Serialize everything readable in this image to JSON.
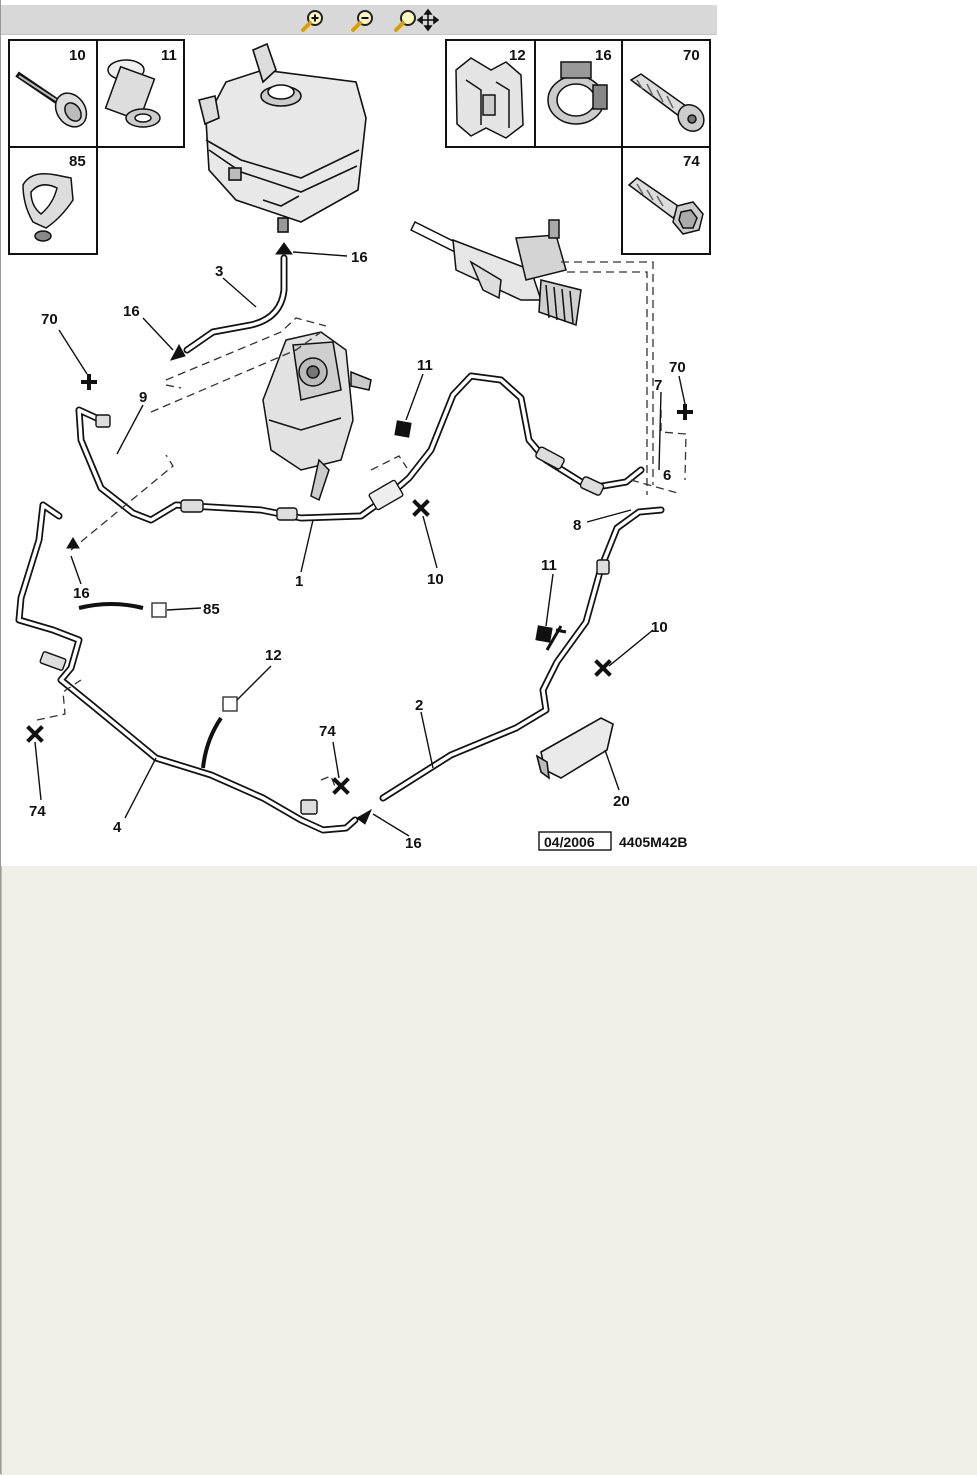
{
  "toolbar": {
    "buttons": [
      {
        "name": "zoom-in",
        "icon": "magnifier-plus-icon"
      },
      {
        "name": "zoom-out",
        "icon": "magnifier-minus-icon"
      },
      {
        "name": "zoom-pan",
        "icon": "magnifier-move-icon"
      }
    ]
  },
  "legend": {
    "items": [
      {
        "ref": "10",
        "icon": "flanged-bolt-icon"
      },
      {
        "ref": "11",
        "icon": "rivet-nut-icon"
      },
      {
        "ref": "85",
        "icon": "hose-clip-icon"
      },
      {
        "ref": "12",
        "icon": "pipe-bracket-icon"
      },
      {
        "ref": "16",
        "icon": "hose-clamp-icon"
      },
      {
        "ref": "70",
        "icon": "screw-icon"
      },
      {
        "ref": "74",
        "icon": "hex-screw-icon"
      }
    ]
  },
  "callouts": {
    "c16a": "16",
    "c3": "3",
    "c16b": "16",
    "c70a": "70",
    "c9": "9",
    "c11a": "11",
    "c70b": "70",
    "c7": "7",
    "c6": "6",
    "c8": "8",
    "c1": "1",
    "c10a": "10",
    "c16c": "16",
    "c85": "85",
    "c12": "12",
    "c11b": "11",
    "c10b": "10",
    "c2": "2",
    "c74a": "74",
    "c74b": "74",
    "c4": "4",
    "c16d": "16",
    "c20": "20"
  },
  "footer": {
    "date": "04/2006",
    "code": "4405M42B"
  },
  "colors": {
    "toolbar_bg": "#d8d8d8",
    "lower_panel_bg": "#f0f0e9",
    "icon_yellow": "#e0b010"
  }
}
